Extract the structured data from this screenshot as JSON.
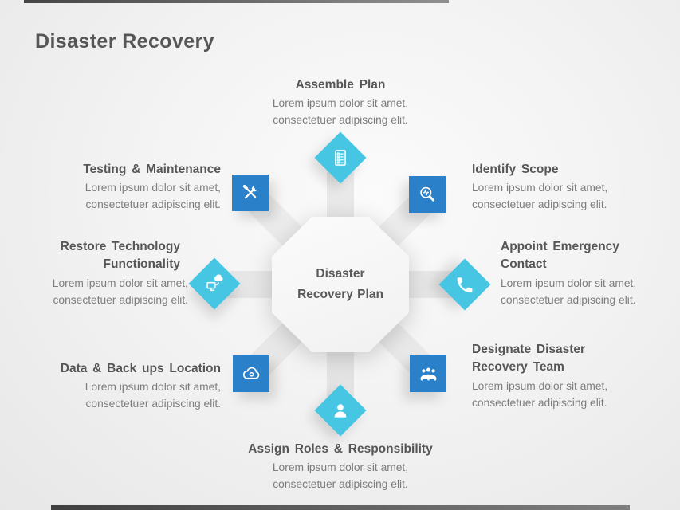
{
  "slide": {
    "title": "Disaster Recovery"
  },
  "center": {
    "label": "Disaster Recovery Plan"
  },
  "colors": {
    "diamond_cyan": "#47c6e4",
    "square_blue": "#2a81c9",
    "icon_glyph": "#ffffff",
    "title_text": "#565656",
    "heading_text": "#565656",
    "body_text": "#7d7d7d"
  },
  "nodes": [
    {
      "position": "top",
      "shape": "diamond",
      "icon": "checklist-icon",
      "title": "Assemble Plan",
      "description": "Lorem ipsum dolor sit amet, consectetuer adipiscing elit."
    },
    {
      "position": "top-right",
      "shape": "square",
      "icon": "scope-magnifier-icon",
      "title": "Identify Scope",
      "description": "Lorem ipsum dolor sit amet, consectetuer adipiscing elit."
    },
    {
      "position": "right",
      "shape": "diamond",
      "icon": "phone-icon",
      "title": "Appoint Emergency Contact",
      "description": "Lorem ipsum dolor sit amet, consectetuer adipiscing elit."
    },
    {
      "position": "bottom-right",
      "shape": "square",
      "icon": "team-meeting-icon",
      "title": "Designate Disaster Recovery Team",
      "description": "Lorem ipsum dolor sit amet, consectetuer adipiscing elit."
    },
    {
      "position": "bottom",
      "shape": "diamond",
      "icon": "person-icon",
      "title": "Assign Roles & Responsibility",
      "description": "Lorem ipsum dolor sit amet, consectetuer adipiscing elit."
    },
    {
      "position": "bottom-left",
      "shape": "square",
      "icon": "cloud-backup-icon",
      "title": "Data & Back ups Location",
      "description": "Lorem ipsum dolor sit amet, consectetuer adipiscing elit."
    },
    {
      "position": "left",
      "shape": "diamond",
      "icon": "restore-technology-icon",
      "title": "Restore Technology Functionality",
      "description": "Lorem ipsum dolor sit amet, consectetuer adipiscing elit."
    },
    {
      "position": "top-left",
      "shape": "square",
      "icon": "tools-icon",
      "title": "Testing & Maintenance",
      "description": "Lorem ipsum dolor sit amet, consectetuer adipiscing elit."
    }
  ]
}
